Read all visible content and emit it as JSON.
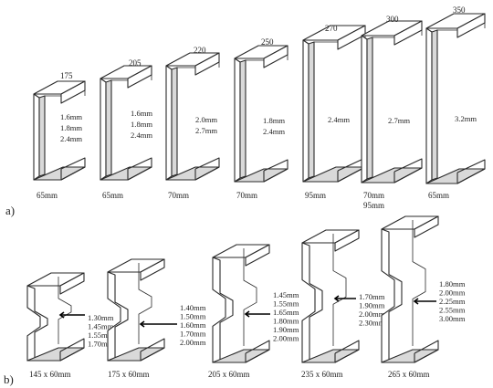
{
  "panel_a": {
    "label": "a)",
    "sections": [
      {
        "depth": "175",
        "thicknesses": [
          "1.6mm",
          "1.8mm",
          "2.4mm"
        ],
        "flange": [
          "65mm"
        ]
      },
      {
        "depth": "205",
        "thicknesses": [
          "1.6mm",
          "1.8mm",
          "2.4mm"
        ],
        "flange": [
          "65mm"
        ]
      },
      {
        "depth": "220",
        "thicknesses": [
          "2.0mm",
          "2.7mm"
        ],
        "flange": [
          "70mm"
        ]
      },
      {
        "depth": "250",
        "thicknesses": [
          "1.8mm",
          "2.4mm"
        ],
        "flange": [
          "70mm"
        ]
      },
      {
        "depth": "270",
        "thicknesses": [
          "2.4mm"
        ],
        "flange": [
          "95mm"
        ]
      },
      {
        "depth": "300",
        "thicknesses": [
          "2.7mm"
        ],
        "flange": [
          "70mm",
          "95mm"
        ]
      },
      {
        "depth": "350",
        "thicknesses": [
          "3.2mm"
        ],
        "flange": [
          "65mm"
        ]
      }
    ]
  },
  "panel_b": {
    "label": "b)",
    "sections": [
      {
        "size": "145 x 60mm",
        "thicknesses": [
          "1.30mm",
          "1.45mm",
          "1.55mm",
          "1.70mm"
        ]
      },
      {
        "size": "175 x 60mm",
        "thicknesses": [
          "1.40mm",
          "1.50mm",
          "1.60mm",
          "1.70mm",
          "2.00mm"
        ]
      },
      {
        "size": "205 x 60mm",
        "thicknesses": [
          "1.45mm",
          "1.55mm",
          "1.65mm",
          "1.80mm",
          "1.90mm",
          "2.00mm"
        ]
      },
      {
        "size": "235 x 60mm",
        "thicknesses": [
          "1.70mm",
          "1.90mm",
          "2.00mm",
          "2.30mm"
        ]
      },
      {
        "size": "265 x 60mm",
        "thicknesses": [
          "1.80mm",
          "2.00mm",
          "2.25mm",
          "2.55mm",
          "3.00mm"
        ]
      }
    ]
  }
}
